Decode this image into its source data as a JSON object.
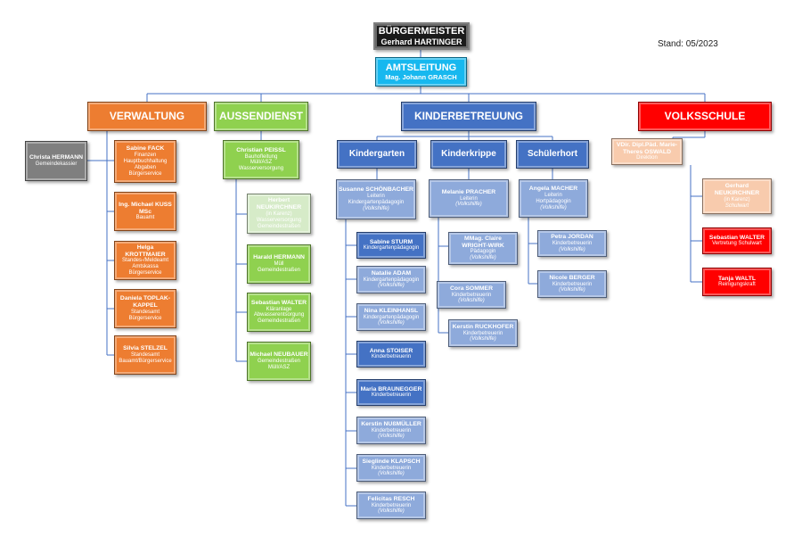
{
  "stand": "Stand: 05/2023",
  "buergermeister": {
    "title": "BÜRGERMEISTER",
    "name": "Gerhard HARTINGER"
  },
  "amtsleitung": {
    "title": "AMTSLEITUNG",
    "name": "Mag. Johann GRASCH"
  },
  "departments": {
    "verwaltung": "VERWALTUNG",
    "aussendienst": "AUSSENDIENST",
    "kinderbetreuung": "KINDERBETREUUNG",
    "volksschule": "VOLKSSCHULE"
  },
  "subdepartments": {
    "kindergarten": "Kindergarten",
    "kinderkrippe": "Kinderkrippe",
    "schuelerhort": "Schülerhort"
  },
  "people": {
    "christa_hermann": {
      "name": "Christa HERMANN",
      "lines": [
        "Gemeindekassier"
      ]
    },
    "sabine_fack": {
      "name": "Sabine FACK",
      "lines": [
        "Finanzen",
        "Hauptbuchhaltung",
        "Abgaben",
        "Bürgerservice"
      ]
    },
    "michael_kuss": {
      "name": "Ing. Michael KUSS MSc",
      "lines": [
        "Bauamt"
      ]
    },
    "helga_krottmaier": {
      "name": "Helga KROTTMAIER",
      "lines": [
        "Standes-/Meldeamt",
        "Amtskassa",
        "Bürgerservice"
      ]
    },
    "daniela_toplak": {
      "name": "Daniela TOPLAK-KAPPEL",
      "lines": [
        "Standesamt",
        "Bürgerservice"
      ]
    },
    "silvia_stelzel": {
      "name": "Silvia STELZEL",
      "lines": [
        "Standesamt",
        "Bauamt/Bürgerservice"
      ]
    },
    "christian_peissl": {
      "name": "Christian PEISSL",
      "lines": [
        "Bauhofleitung",
        "Müll/ASZ",
        "Wasserversorgung"
      ]
    },
    "herbert_neukirchner": {
      "name": "Herbert NEUKIRCHNER",
      "lines": [
        "(in Karenz)",
        "Wasserversorgung",
        "Gemeindestraßen"
      ]
    },
    "harald_hermann": {
      "name": "Harald HERMANN",
      "lines": [
        "Müll",
        "Gemeindestraßen"
      ]
    },
    "sebastian_walter_a": {
      "name": "Sebastian WALTER",
      "lines": [
        "Kläranlage",
        "Abwasserentsorgung",
        "Gemeindestraßen"
      ]
    },
    "michael_neubauer": {
      "name": "Michael NEUBAUER",
      "lines": [
        "Gemeindestraßen",
        "Müll/ASZ"
      ]
    },
    "susanne_schoenbacher": {
      "name": "Susanne SCHÖNBACHER",
      "lines": [
        "Leiterin",
        "Kindergartenpädagogin"
      ],
      "italic": "(Volkshilfe)"
    },
    "sabine_sturm": {
      "name": "Sabine STURM",
      "lines": [
        "Kindergartenpädagogin"
      ]
    },
    "natalie_adam": {
      "name": "Natalie ADAM",
      "lines": [
        "Kindergartenpädagogin"
      ],
      "italic": "(Volkshilfe)"
    },
    "nina_kleinhansl": {
      "name": "Nina KLEINHANSL",
      "lines": [
        "Kindergartenpädagogin"
      ],
      "italic": "(Volkshilfe)"
    },
    "anna_stoiser": {
      "name": "Anna STOISER",
      "lines": [
        "Kinderbetreuerin"
      ]
    },
    "maria_braunegger": {
      "name": "Maria BRAUNEGGER",
      "lines": [
        "Kinderbetreuerin"
      ]
    },
    "kerstin_nussmueller": {
      "name": "Kerstin NUßMÜLLER",
      "lines": [
        "Kinderbetreuerin"
      ],
      "italic": "(Volkshilfe)"
    },
    "sieglinde_klapsch": {
      "name": "Sieglinde KLAPSCH",
      "lines": [
        "Kinderbetreuerin"
      ],
      "italic": "(Volkshilfe)"
    },
    "felicitas_resch": {
      "name": "Felicitas RESCH",
      "lines": [
        "Kinderbetreuerin"
      ],
      "italic": "(Volkshilfe)"
    },
    "melanie_pracher": {
      "name": "Melanie PRACHER",
      "lines": [
        "Leiterin"
      ],
      "italic": "(Volkshilfe)"
    },
    "claire_wright_wirk": {
      "name": "MMag. Claire WRIGHT-WIRK",
      "lines": [
        "Pädagogin"
      ],
      "italic": "(Volkshilfe)"
    },
    "cora_sommer": {
      "name": "Cora SOMMER",
      "lines": [
        "Kinderbetreuerin"
      ],
      "italic": "(Volkshilfe)"
    },
    "kerstin_ruckhofer": {
      "name": "Kerstin RUCKHOFER",
      "lines": [
        "Kinderbetreuerin"
      ],
      "italic": "(Volkshilfe)"
    },
    "angela_macher": {
      "name": "Angela MACHER",
      "lines": [
        "Leiterin",
        "Hortpädagogin"
      ],
      "italic": "(Volkshilfe)"
    },
    "petra_jordan": {
      "name": "Petra JORDAN",
      "lines": [
        "Kinderbetreuerin"
      ],
      "italic": "(Volkshilfe)"
    },
    "nicole_berger": {
      "name": "Nicole BERGER",
      "lines": [
        "Kinderbetreuerin"
      ],
      "italic": "(Volkshilfe)"
    },
    "marie_oswald": {
      "name": "VDir. Dipl.Päd. Marie-Theres OSWALD",
      "lines": [
        "Direktion"
      ]
    },
    "gerhard_neukirchner": {
      "name": "Gerhard NEUKIRCHNER",
      "lines": [
        "(in Karenz)"
      ],
      "italic": "Schulwart"
    },
    "sebastian_walter_b": {
      "name": "Sebastian WALTER",
      "lines": [
        "Vertretung Schulwart"
      ]
    },
    "tanja_waltl": {
      "name": "Tanja WALTL",
      "lines": [
        "Reinigungskraft"
      ]
    }
  },
  "colors": {
    "verwaltung": "#ed7d31",
    "aussendienst": "#8fd14f",
    "kinderbetreuung": "#4472c4",
    "kinderbetreuung_staff": "#8eaadb",
    "volksschule": "#ff0000",
    "amtsleitung": "#17b8ef",
    "buergermeister": "#1a1a1a",
    "connector": "#4472c4"
  }
}
